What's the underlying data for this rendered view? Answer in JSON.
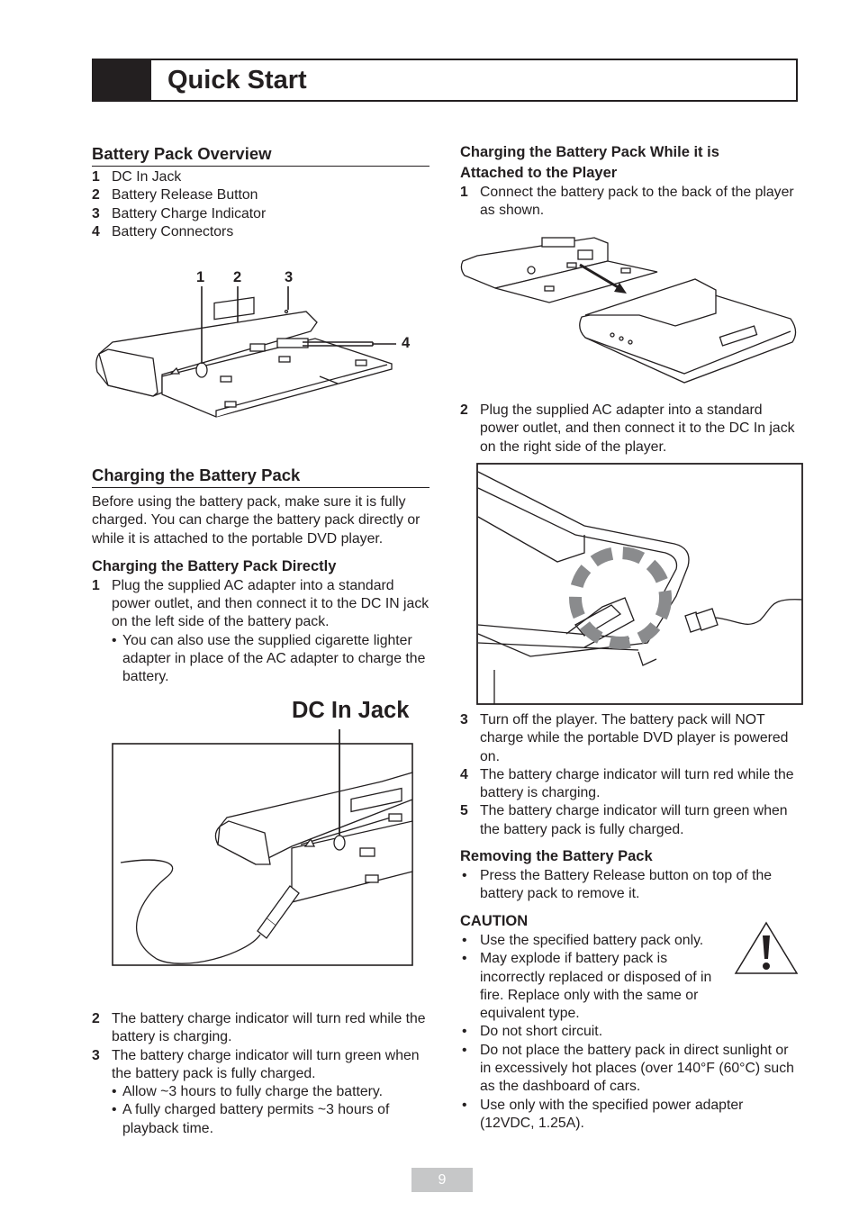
{
  "header": {
    "title": "Quick Start"
  },
  "left": {
    "overview": {
      "heading": "Battery Pack Overview",
      "items": [
        {
          "num": "1",
          "text": "DC In Jack"
        },
        {
          "num": "2",
          "text": "Battery Release Button"
        },
        {
          "num": "3",
          "text": "Battery Charge Indicator"
        },
        {
          "num": "4",
          "text": "Battery Connectors"
        }
      ],
      "callouts": {
        "c1": "1",
        "c2": "2",
        "c3": "3",
        "c4": "4"
      }
    },
    "charging": {
      "heading": "Charging the Battery Pack",
      "intro": "Before using the battery pack, make sure it is fully charged. You can charge the battery pack directly or while it is attached to the portable DVD player.",
      "directly_heading": "Charging the Battery Pack Directly",
      "step1_num": "1",
      "step1_text": "Plug the supplied AC adapter into a standard power outlet, and then connect it to the DC IN jack on the left side of the battery pack.",
      "step1_bullet": "You can also use the supplied cigarette lighter adapter in place of the AC adapter to charge the battery.",
      "dc_label": "DC In Jack",
      "step2_num": "2",
      "step2_text": "The battery charge indicator will turn red while the battery is charging.",
      "step3_num": "3",
      "step3_text": "The battery charge indicator will turn green when the battery pack is fully charged.",
      "step3_bullets": [
        "Allow ~3 hours to fully charge the battery.",
        "A fully charged battery permits ~3 hours of playback time."
      ],
      "bullet_char": "•"
    }
  },
  "right": {
    "attached": {
      "heading": "Charging the Battery Pack While it is Attached to the Player",
      "steps": [
        {
          "num": "1",
          "text": "Connect the battery pack to the back of the player as shown."
        },
        {
          "num": "2",
          "text": "Plug the supplied AC adapter into a standard power outlet, and then connect it to the DC In jack on the right side of the player."
        },
        {
          "num": "3",
          "text": "Turn off the player. The battery pack will NOT charge while the portable DVD player is powered on."
        },
        {
          "num": "4",
          "text": "The battery charge indicator will turn red while the battery is charging."
        },
        {
          "num": "5",
          "text": "The battery charge indicator will turn green when the battery pack is fully charged."
        }
      ]
    },
    "removing": {
      "heading": "Removing the Battery Pack",
      "bullets": [
        "Press the Battery Release button on top of the battery pack to remove it."
      ]
    },
    "caution": {
      "heading": "CAUTION",
      "bullets": [
        "Use the specified battery pack only.",
        "May explode if battery pack is incorrectly replaced or disposed of in fire. Replace only with the same or equivalent type.",
        "Do not short circuit.",
        "Do not place the battery pack in direct sunlight or in excessively hot places (over 140°F (60°C) such as the dashboard of cars.",
        "Use only with the specified power adapter (12VDC, 1.25A)."
      ]
    }
  },
  "footer": {
    "page_number": "9"
  }
}
